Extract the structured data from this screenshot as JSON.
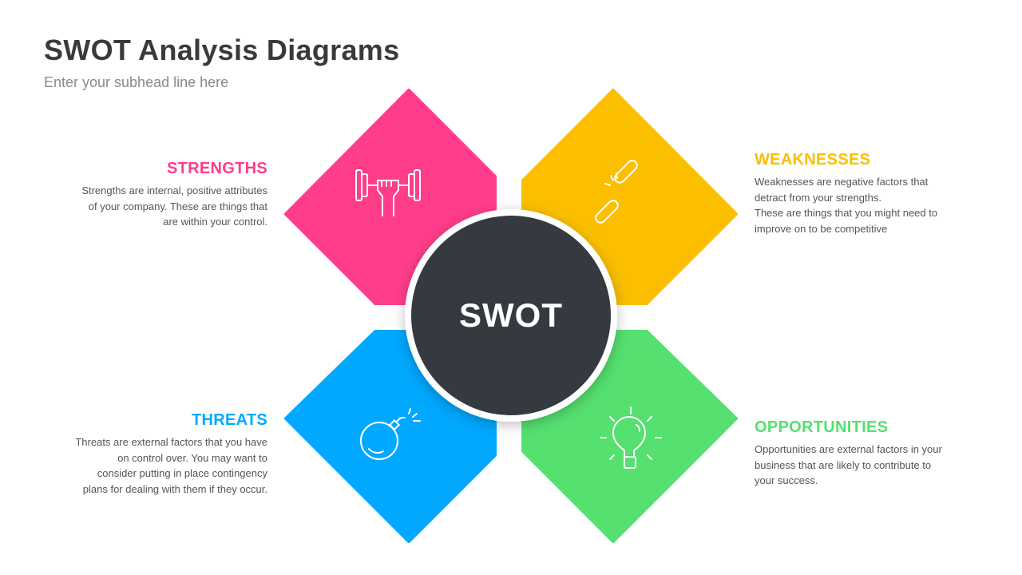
{
  "header": {
    "title": "SWOT Analysis Diagrams",
    "subtitle": "Enter your subhead line here"
  },
  "center": {
    "label": "SWOT",
    "color": "#343a3f"
  },
  "quadrants": {
    "strengths": {
      "title": "STRENGTHS",
      "color": "#ff3d8b",
      "icon": "dumbbell-fist-icon",
      "lines": [
        "Strengths are internal, positive attributes",
        "of your company. These are things that",
        "are within your control."
      ]
    },
    "weaknesses": {
      "title": "WEAKNESSES",
      "color": "#fbbf00",
      "icon": "broken-chain-icon",
      "lines": [
        "Weaknesses are negative factors that",
        "detract from your strengths.",
        "These are things that you might need to",
        "improve on to be competitive"
      ]
    },
    "threats": {
      "title": "THREATS",
      "color": "#00a8ff",
      "icon": "bomb-icon",
      "lines": [
        "Threats are external factors that you have",
        "on control over. You may want to",
        "consider putting in place contingency",
        "plans for dealing with them if they occur."
      ]
    },
    "opportunities": {
      "title": "OPPORTUNITIES",
      "color": "#55e070",
      "icon": "lightbulb-icon",
      "lines": [
        "Opportunities are external factors in your",
        "business that are likely to contribute to",
        "your success."
      ]
    }
  }
}
